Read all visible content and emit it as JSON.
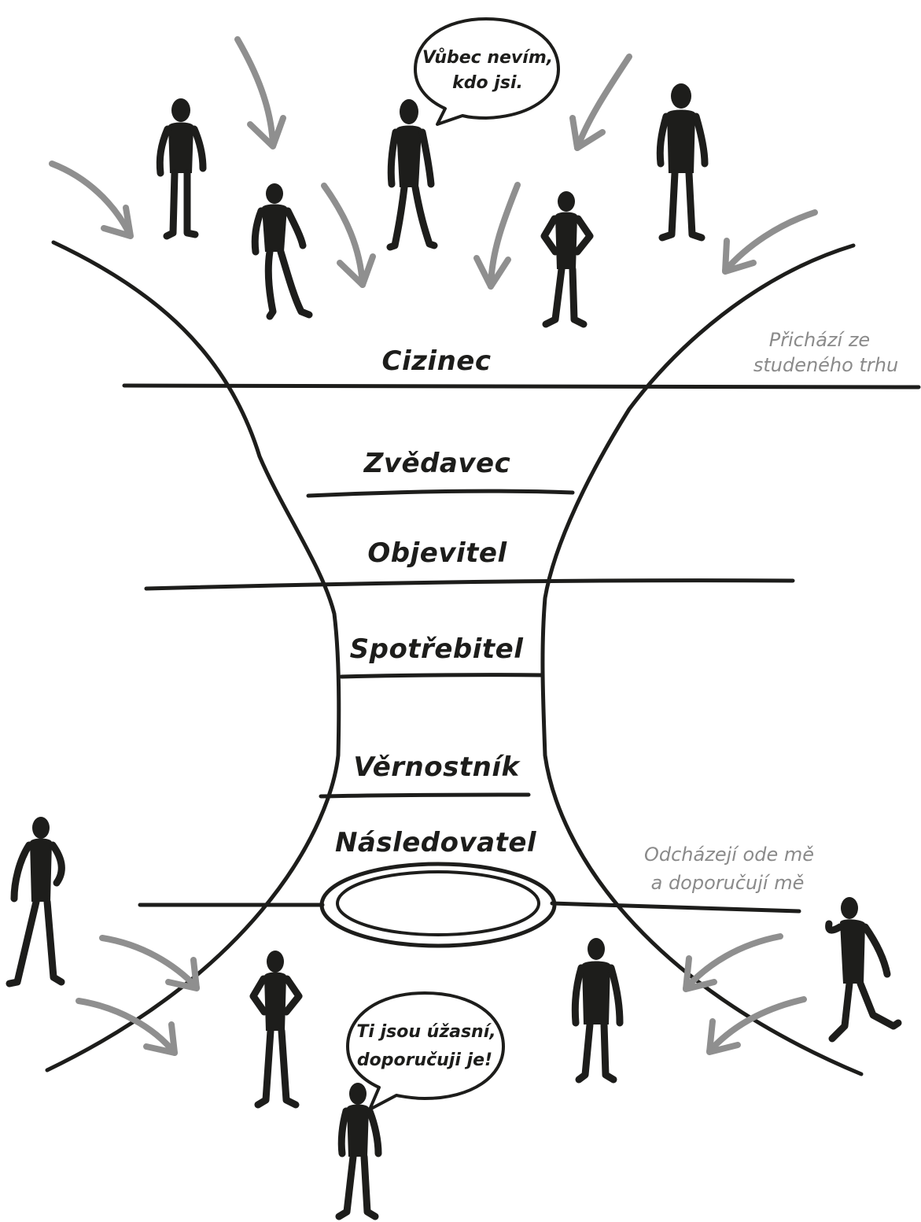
{
  "diagram": {
    "stages": [
      {
        "id": "stranger",
        "label": "Cizinec"
      },
      {
        "id": "curious",
        "label": "Zvědavec"
      },
      {
        "id": "explorer",
        "label": "Objevitel"
      },
      {
        "id": "consumer",
        "label": "Spotřebitel"
      },
      {
        "id": "loyal",
        "label": "Věrnostník"
      },
      {
        "id": "follower",
        "label": "Následovatel"
      }
    ],
    "notes": {
      "entry": {
        "line1": "Přichází ze",
        "line2": "studeného trhu"
      },
      "exit": {
        "line1": "Odcházejí ode mě",
        "line2": "a doporučují mě"
      }
    },
    "bubbles": {
      "top": {
        "line1": "Vůbec nevím,",
        "line2": "kdo jsi."
      },
      "bottom": {
        "line1": "Ti jsou úžasní,",
        "line2": "doporučuji je!"
      }
    },
    "colors": {
      "ink": "#1d1d1b",
      "arrow": "#8f8f8f",
      "note": "#8a8a8a",
      "background": "#ffffff"
    }
  }
}
